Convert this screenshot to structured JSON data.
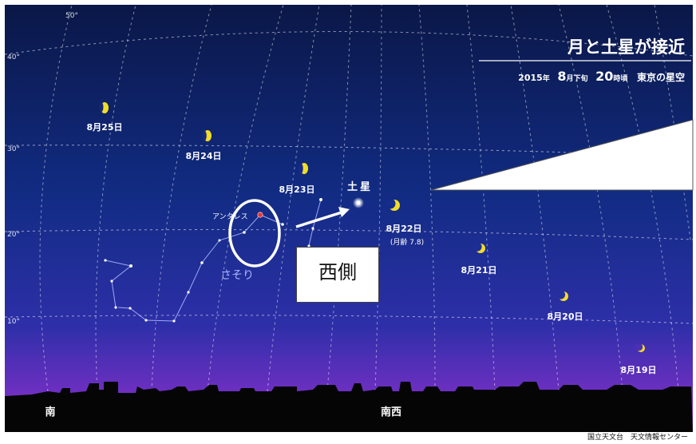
{
  "title": "月と土星が接近",
  "subtitle": {
    "year": "2015",
    "year_unit": "年",
    "month": "8",
    "month_rest": "月下旬",
    "hour": "20",
    "hour_unit": "時頃",
    "place": "東京の星空"
  },
  "grid_labels": [
    "50°",
    "40°",
    "30°",
    "20°",
    "10°"
  ],
  "moons": [
    {
      "label": "8月25日"
    },
    {
      "label": "8月24日"
    },
    {
      "label": "8月23日"
    },
    {
      "label": "8月22日",
      "note": "(月齢 7.8)"
    },
    {
      "label": "8月21日"
    },
    {
      "label": "8月20日"
    },
    {
      "label": "8月19日"
    }
  ],
  "saturn_label": "土星",
  "antares_label": "アンタレス",
  "constellation_label": "さそり",
  "direction_south": "南",
  "direction_southwest": "南西",
  "credit": "国立天文台　天文情報センター",
  "callout_text": "西側",
  "colors": {
    "sky_top": "#0b1a4a",
    "sky_mid": "#132e86",
    "sky_bottom": "#8a2ec4",
    "moon": "#f2dc2a",
    "antares": "#e0393b",
    "callout_circle": "#ffffff"
  }
}
